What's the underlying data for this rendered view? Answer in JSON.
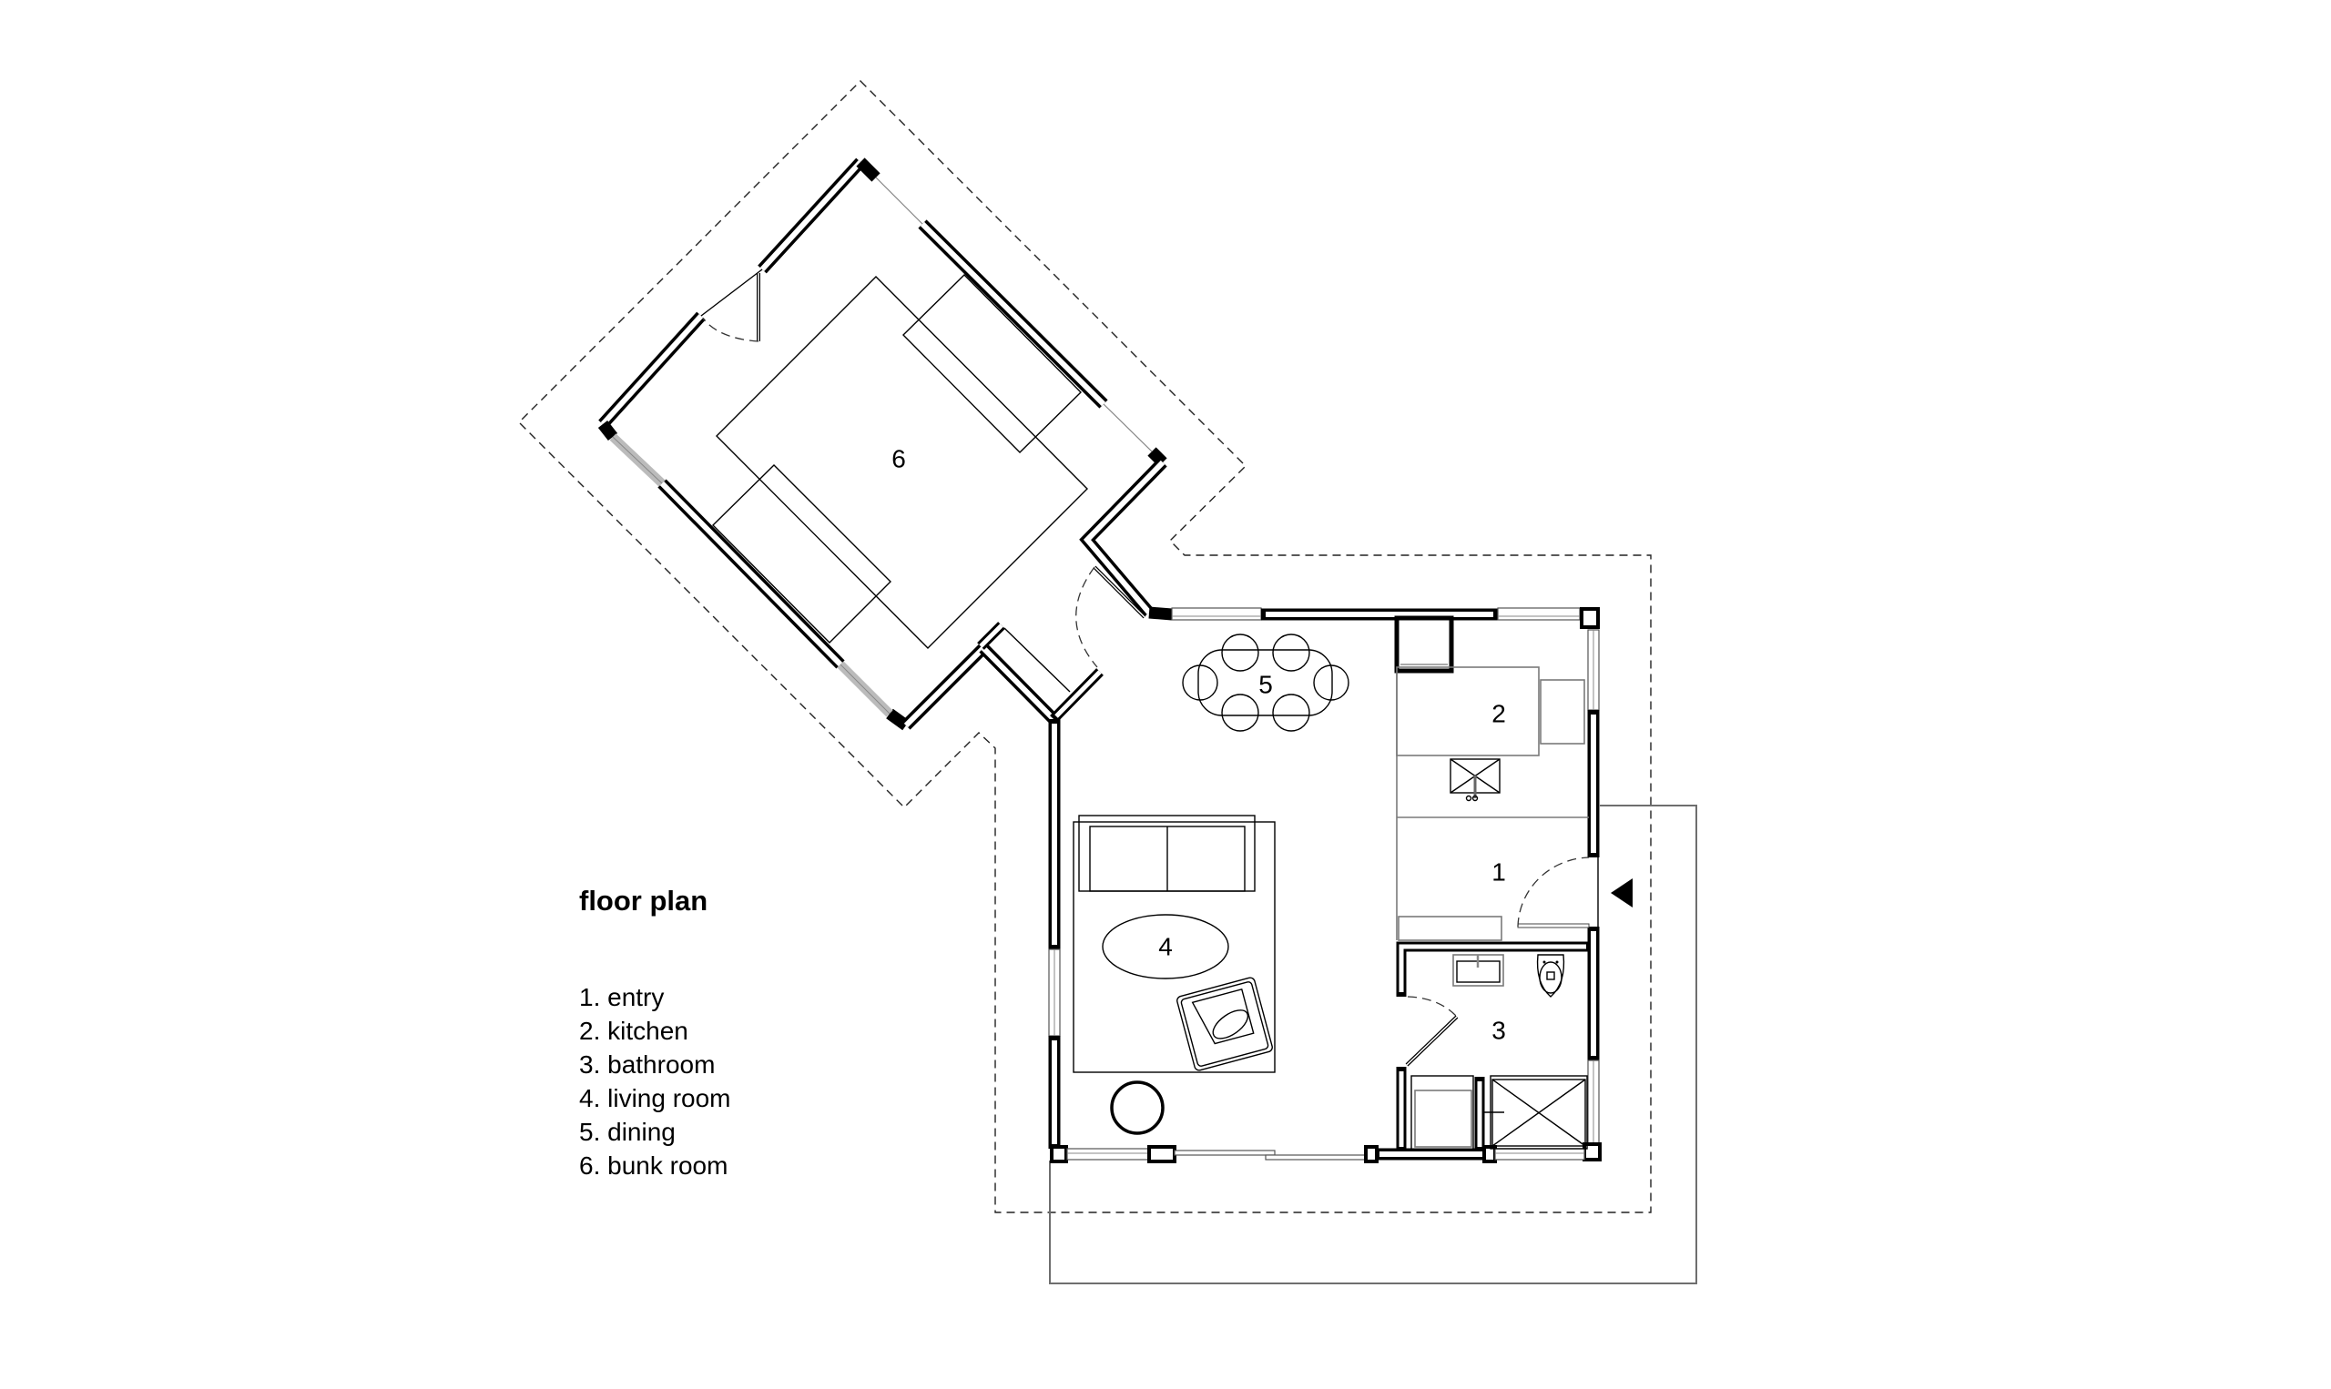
{
  "title": "floor plan",
  "legend": [
    {
      "num": "1",
      "label": "1. entry"
    },
    {
      "num": "2",
      "label": "2. kitchen"
    },
    {
      "num": "3",
      "label": "3. bathroom"
    },
    {
      "num": "4",
      "label": "4. living room"
    },
    {
      "num": "5",
      "label": "5. dining"
    },
    {
      "num": "6",
      "label": "6. bunk room"
    }
  ],
  "rooms": {
    "entry": "1",
    "kitchen": "2",
    "bathroom": "3",
    "living_room": "4",
    "dining": "5",
    "bunk_room": "6"
  },
  "symbols": {
    "entry_marker": "entry-arrow-icon",
    "roof_outline": "dashed",
    "deck_outline": "solid-gray"
  },
  "colors": {
    "background": "#ffffff",
    "walls": "#000000",
    "furniture": "#000000",
    "deck": "#6e6e6e"
  }
}
